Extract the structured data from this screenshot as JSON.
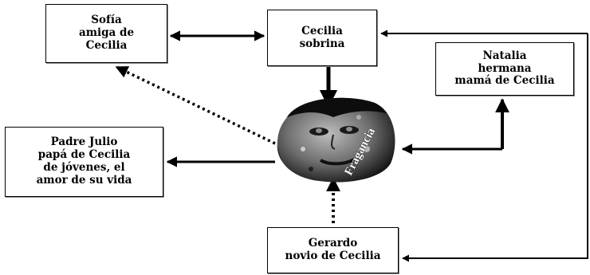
{
  "nodes": {
    "sofia": {
      "lines": [
        "Sofía",
        "amiga de",
        "Cecilia"
      ]
    },
    "cecilia": {
      "lines": [
        "Cecilia",
        "sobrina"
      ]
    },
    "natalia": {
      "lines": [
        "Natalia",
        "hermana",
        "mamá de Cecilia"
      ]
    },
    "padre": {
      "lines": [
        "Padre Julio",
        "papá de Cecilia",
        "de jóvenes, el",
        "amor de su vida"
      ]
    },
    "gerardo": {
      "lines": [
        "Gerardo",
        "novio de Cecilia"
      ]
    }
  },
  "center": {
    "image_text": "Fragancia",
    "description_icon": "portrait-face-icon"
  },
  "colors": {
    "line": "#000000",
    "box_border": "#000000"
  }
}
